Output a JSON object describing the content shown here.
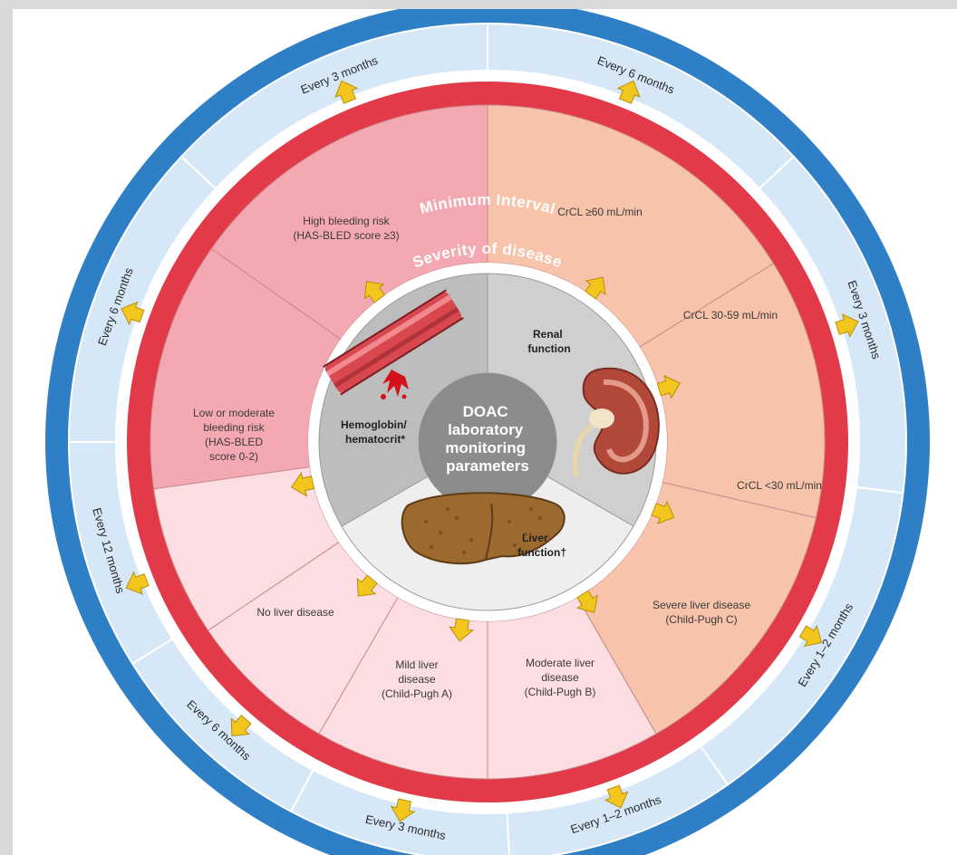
{
  "outer_ring_title": "Minimum Interval",
  "inner_ring_title": "Severity of disease",
  "center": [
    "DOAC",
    "laboratory",
    "monitoring",
    "parameters"
  ],
  "parameters": {
    "hemoglobin": [
      "Hemoglobin/",
      "hematocrit*"
    ],
    "renal": [
      "Renal",
      "function"
    ],
    "liver": [
      "Liver",
      "function†"
    ]
  },
  "severity_segments": [
    {
      "lines": [
        "CrCL ≥60 mL/min"
      ]
    },
    {
      "lines": [
        "CrCL 30-59 mL/min"
      ]
    },
    {
      "lines": [
        "CrCL <30 mL/min"
      ]
    },
    {
      "lines": [
        "Severe liver disease",
        "(Child-Pugh C)"
      ]
    },
    {
      "lines": [
        "Moderate liver",
        "disease",
        "(Child-Pugh B)"
      ]
    },
    {
      "lines": [
        "Mild liver",
        "disease",
        "(Child-Pugh A)"
      ]
    },
    {
      "lines": [
        "No liver disease"
      ]
    },
    {
      "lines": [
        "Low or moderate",
        "bleeding risk",
        "(HAS-BLED",
        "score 0-2)"
      ]
    },
    {
      "lines": [
        "High bleeding risk",
        "(HAS-BLED score ≥3)"
      ]
    }
  ],
  "interval_labels": [
    "Every 6 months",
    "Every 3 months",
    "Every 1–2 months",
    "Every 1–2 months",
    "Every 3 months",
    "Every 6 months",
    "Every 12 months",
    "Every 6 months",
    "Every 3 months"
  ],
  "colors": {
    "outer_blue": "#2f7fc7",
    "interval_fill": "#d6e8f7",
    "red_ring": "#e23a49",
    "renal_fill": "#f7c3aa",
    "liver_fill": "#fbdde2",
    "bleeding_fill": "#f4a9b2",
    "center_grey": "#8c8c8c",
    "arrow_fill": "#f3c61e"
  }
}
